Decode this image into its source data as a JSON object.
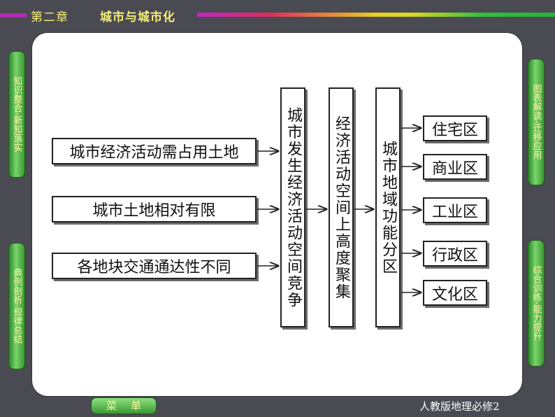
{
  "header": {
    "chapter": "第二章",
    "title": "城市与城市化"
  },
  "side_tabs": {
    "left_top": "知识整合·新知落实",
    "left_bottom": "典例剖析·规律总结",
    "right_top": "图表解读·迁移应用",
    "right_bottom": "综合训练·能力提升"
  },
  "diagram": {
    "causes": [
      "城市经济活动需占用土地",
      "城市土地相对有限",
      "各地块交通通达性不同"
    ],
    "stage1": "城市发生经济活动空间竞争",
    "stage2": "经济活动空间上高度聚集",
    "stage3": "城市地域功能分区",
    "zones": [
      "住宅区",
      "商业区",
      "工业区",
      "行政区",
      "文化区"
    ]
  },
  "footer": {
    "menu_label": "菜单",
    "publisher": "人教版地理必修2"
  }
}
